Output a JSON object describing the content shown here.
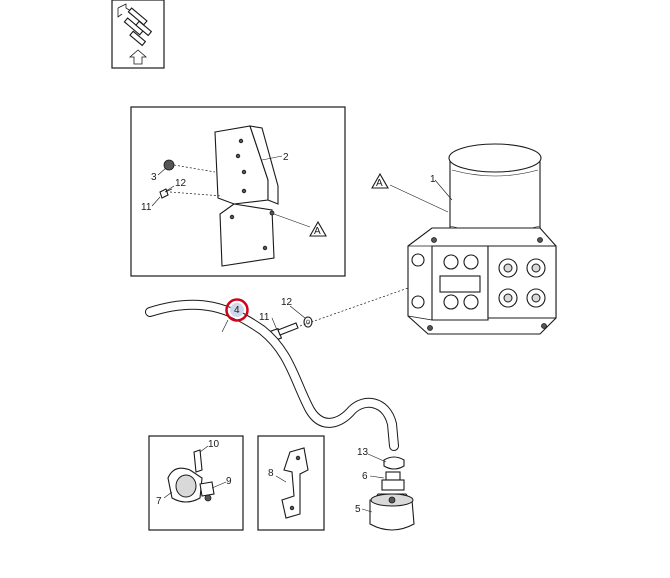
{
  "callouts": {
    "p1": "1",
    "p2": "2",
    "p3": "3",
    "p4": "4",
    "p5": "5",
    "p6": "6",
    "p7": "7",
    "p8": "8",
    "p9": "9",
    "p10": "10",
    "p11_inset": "11",
    "p12_inset": "12",
    "p11_main": "11",
    "p12_main": "12",
    "p13": "13"
  },
  "references": {
    "a_inset": "A",
    "a_main": "A"
  },
  "highlight": {
    "color": "#d0021b",
    "target": "4"
  },
  "icons": [
    "orientation-arrow-icon",
    "front-arrow-icon"
  ]
}
